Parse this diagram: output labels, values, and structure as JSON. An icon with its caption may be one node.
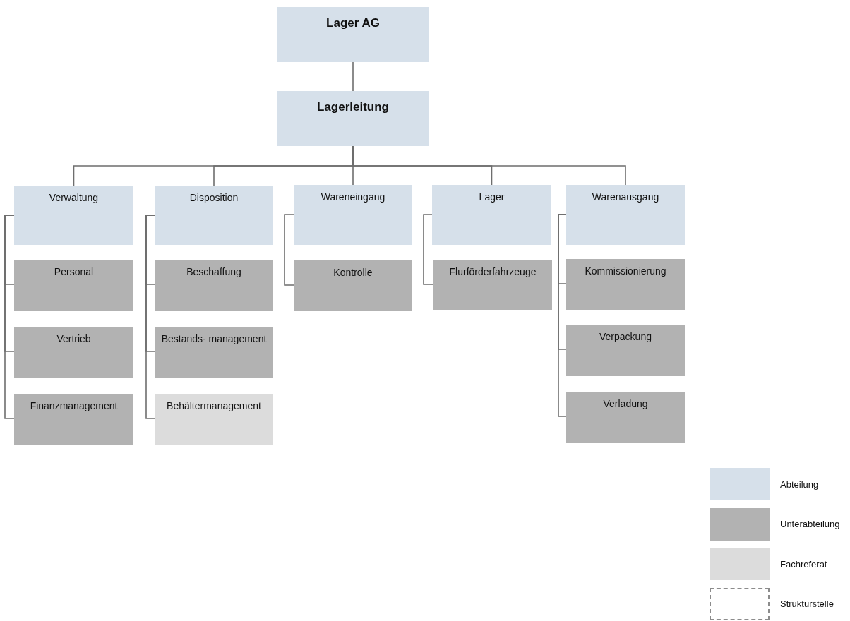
{
  "diagram": {
    "nodes": [
      {
        "text": [
          "Lager AG"
        ]
      },
      {
        "text": [
          "Lagerleitung"
        ]
      },
      {
        "text": [
          "Verwaltung"
        ]
      },
      {
        "text": [
          "Disposition"
        ]
      },
      {
        "text": [
          "Wareneingang"
        ]
      },
      {
        "text": [
          "Lager"
        ]
      },
      {
        "text": [
          "Warenausgang"
        ]
      },
      {
        "text": [
          "Personal"
        ]
      },
      {
        "text": [
          "Vertrieb"
        ]
      },
      {
        "text": [
          "Finanzmanagement"
        ]
      },
      {
        "text": [
          "Beschaffung"
        ]
      },
      {
        "text": [
          "Bestands- management"
        ]
      },
      {
        "text": [
          "Behältermanagement"
        ]
      },
      {
        "text": [
          "Kontrolle"
        ]
      },
      {
        "text": [
          "Flurförderfahrzeuge"
        ]
      },
      {
        "text": [
          "Kommissionierung"
        ]
      },
      {
        "text": [
          "Verpackung"
        ]
      },
      {
        "text": [
          "Verladung"
        ]
      }
    ],
    "edges": [
      {
        "from": 0,
        "to": 1,
        "arrow": "none"
      },
      {
        "from": 1,
        "to": 2,
        "arrow": "none"
      },
      {
        "from": 1,
        "to": 3,
        "arrow": "none"
      },
      {
        "from": 1,
        "to": 4,
        "arrow": "none"
      },
      {
        "from": 1,
        "to": 5,
        "arrow": "none"
      },
      {
        "from": 1,
        "to": 6,
        "arrow": "none"
      },
      {
        "from": 2,
        "to": 7,
        "arrow": "none"
      },
      {
        "from": 2,
        "to": 8,
        "arrow": "none"
      },
      {
        "from": 2,
        "to": 9,
        "arrow": "none"
      },
      {
        "from": 3,
        "to": 10,
        "arrow": "none"
      },
      {
        "from": 3,
        "to": 11,
        "arrow": "none"
      },
      {
        "from": 3,
        "to": 12,
        "arrow": "none"
      },
      {
        "from": 4,
        "to": 13,
        "arrow": "none"
      },
      {
        "from": 5,
        "to": 14,
        "arrow": "none"
      },
      {
        "from": 6,
        "to": 15,
        "arrow": "none"
      },
      {
        "from": 6,
        "to": 16,
        "arrow": "none"
      },
      {
        "from": 6,
        "to": 17,
        "arrow": "none"
      }
    ],
    "legend": [
      {
        "text": "Abteilung",
        "color": "#d6e0ea"
      },
      {
        "text": "Unterabteilung",
        "color": "#b2b2b2"
      },
      {
        "text": "Fachreferat",
        "color": "#dcdcdc"
      },
      {
        "text": "Strukturstelle"
      }
    ]
  }
}
